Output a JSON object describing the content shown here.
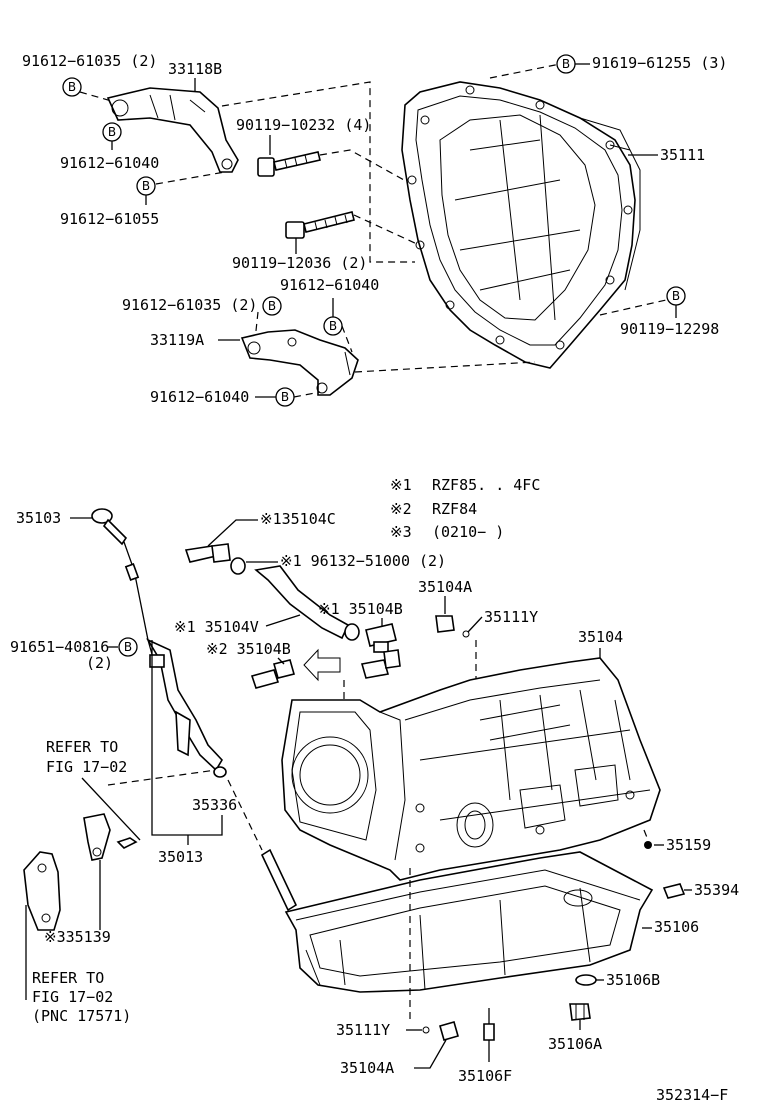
{
  "labels": {
    "p91612_61035_2_top": "91612−61035 (2)",
    "p33118B": "33118B",
    "p91619_61255_3": "91619−61255 (3)",
    "p90119_10232_4": "90119−10232 (4)",
    "p91612_61040_a": "91612−61040",
    "p35111": "35111",
    "p91612_61055": "91612−61055",
    "p90119_12036_2": "90119−12036 (2)",
    "p91612_61040_b": "91612−61040",
    "p91612_61035_2_mid": "91612−61035 (2)",
    "p33119A": "33119A",
    "p90119_12298": "90119−12298",
    "p91612_61040_c": "91612−61040",
    "p35103": "35103",
    "p135104C": "※135104C",
    "p96132_51000_2": "※1 96132−51000 (2)",
    "p35104A_top": "35104A",
    "p35111Y_top": "35111Y",
    "p35104V": "※1 35104V",
    "p35104B_1": "※1 35104B",
    "p35104B_2": "※2 35104B",
    "p35104": "35104",
    "p91651_40816": "91651−40816",
    "p91651_qty": "(2)",
    "refer_top_1": "REFER TO",
    "refer_top_2": "FIG 17−02",
    "p35336": "35336",
    "p35013": "35013",
    "p35159": "35159",
    "p35394": "35394",
    "p335139": "※335139",
    "p35106": "35106",
    "refer_bot_1": "REFER TO",
    "refer_bot_2": "FIG 17−02",
    "refer_bot_3": "(PNC 17571)",
    "p35106B": "35106B",
    "p35111Y_bot": "35111Y",
    "p35104A_bot": "35104A",
    "p35106F": "35106F",
    "p35106A": "35106A",
    "fig_id": "352314−F"
  },
  "legend": [
    {
      "mark": "※1",
      "text": "RZF85. . 4FC"
    },
    {
      "mark": "※2",
      "text": "RZF84"
    },
    {
      "mark": "※3",
      "text": "(0210−        )"
    }
  ],
  "callout_letter": "B"
}
